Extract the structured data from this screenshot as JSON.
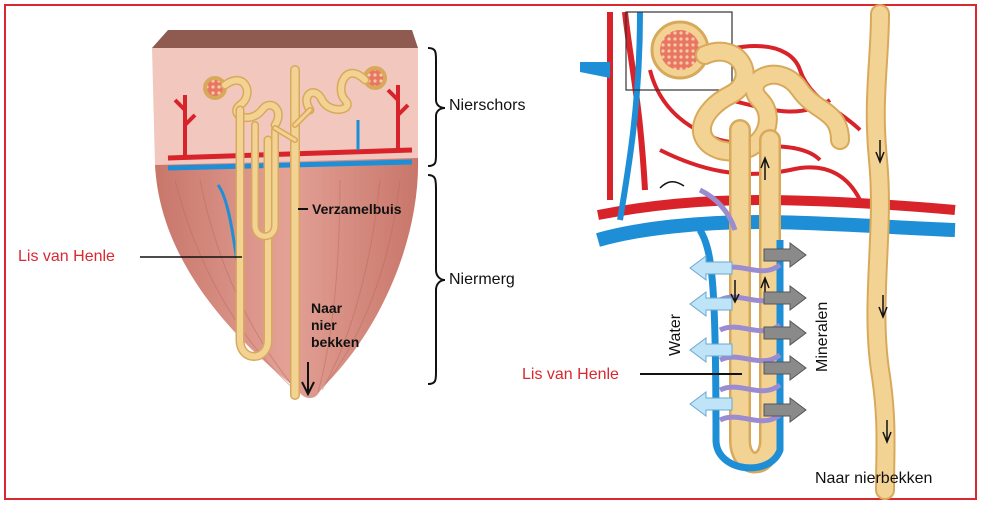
{
  "colors": {
    "border": "#d9282f",
    "label_red": "#d9282f",
    "artery": "#d8232a",
    "vein": "#1e8fd6",
    "tubule": "#f3d394",
    "tubule_stroke": "#d9a95b",
    "cortex": "#f2c2b8",
    "medulla": "#d98a7e",
    "capsule": "#8f5a4f"
  },
  "left_panel": {
    "label_nierschors": "Nierschors",
    "label_niermerg": "Niermerg",
    "label_verzamelbuis": "Verzamelbuis",
    "label_lis": "Lis van Henle",
    "label_naar_line1": "Naar",
    "label_naar_line2": "nier",
    "label_naar_line3": "bekken"
  },
  "right_panel": {
    "label_water": "Water",
    "label_mineralen": "Mineralen",
    "label_lis": "Lis van Henle",
    "label_naar_nierbekken": "Naar nierbekken"
  }
}
